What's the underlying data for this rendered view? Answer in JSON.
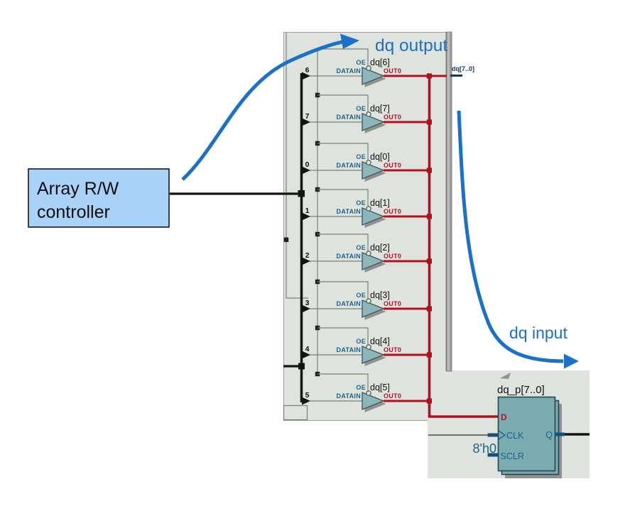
{
  "colors": {
    "panel_bg": "#dee4dd",
    "panel_border": "#98a197",
    "wire_gray": "#778077",
    "wire_black": "#141414",
    "bus_red": "#b11021",
    "buffer_fill": "#8cb6ba",
    "buffer_stroke": "#44585c",
    "shadow_gray": "#8f928f",
    "label_teal": "#1c6486",
    "label_red": "#a81628",
    "label_navy": "#17375e",
    "register_fill": "#7aabb1",
    "port_blue": "#15507e",
    "annotation_blue": "#1b70c8",
    "controller_box_fill": "#a9d2f8",
    "controller_box_border": "#14161f",
    "text_black": "#111111"
  },
  "annotations": {
    "output_label": "dq output",
    "input_label": "dq input"
  },
  "controller_box": {
    "line1": "Array R/W",
    "line2": "controller"
  },
  "bus": {
    "label": "dq[7..0]"
  },
  "buffer_labels": {
    "oe": "OE",
    "datain": "DATAIN",
    "out": "OUT0"
  },
  "buffers": [
    {
      "index": "6",
      "name": "dq[6]"
    },
    {
      "index": "7",
      "name": "dq[7]"
    },
    {
      "index": "0",
      "name": "dq[0]"
    },
    {
      "index": "1",
      "name": "dq[1]"
    },
    {
      "index": "2",
      "name": "dq[2]"
    },
    {
      "index": "3",
      "name": "dq[3]"
    },
    {
      "index": "4",
      "name": "dq[4]"
    },
    {
      "index": "5",
      "name": "dq[5]"
    }
  ],
  "register": {
    "title": "dq_p[7..0]",
    "d_label": "D",
    "clk_label": "CLK",
    "sclr_label": "SCLR",
    "q_label": "Q",
    "sclr_value": "8'h0"
  }
}
